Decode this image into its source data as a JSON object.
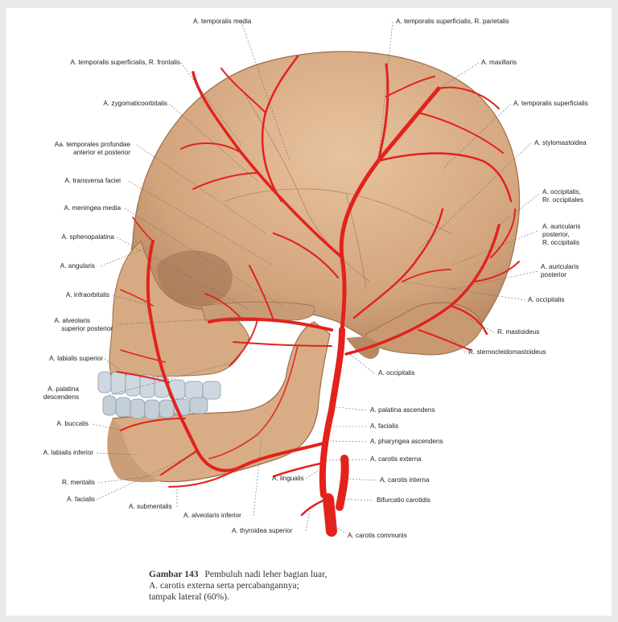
{
  "labels_left": [
    "A. temporalis superficialis, R. frontalis",
    "A. zygomaticoorbitalis",
    "Aa. temporales profundae",
    "anterior et posterior",
    "A. transversa faciei",
    "A. meningea media",
    "A. sphenopalatina",
    "A. angularis",
    "A. infraorbitalis",
    "A. alveolaris",
    "superior posterior",
    "A. labialis superior",
    "A. palatina",
    "descendens",
    "A. buccalis",
    "A. labialis inferior",
    "R. mentalis",
    "A. facialis"
  ],
  "labels_top": [
    "A. temporalis media",
    "A. temporalis superficialis, R. parietalis"
  ],
  "labels_right": [
    "A. maxillaris",
    "A. temporalis superficialis",
    "A. stylomastoidea",
    "A. occipitalis,",
    "Rr. occipitales",
    "A. auricularis",
    "posterior,",
    "R. occipitalis",
    "A. auricularis",
    "posterior",
    "A. occipitalis",
    "R. mastoideus",
    "R. sternocleidomastoideus",
    "A. occipitalis",
    "A. palatina ascendens",
    "A. facialis",
    "A. pharyngea ascendens",
    "A. carotis externa",
    "A. carotis interna",
    "Bifurcatio carotidis",
    "A. carotis communis"
  ],
  "labels_bottom": [
    "A. lingualis",
    "A. submentalis",
    "A. alveolaris inferior",
    "A. thyroidea superior"
  ],
  "caption": {
    "figure_number": "Gambar 143",
    "line1": "Pembuluh nadi leher bagian luar,",
    "line2": "A. carotis externa serta percabangannya;",
    "line3": "tampak lateral (60%)."
  },
  "colors": {
    "bone": "#d9b08a",
    "bone_shadow": "#b98a63",
    "artery": "#e3221c",
    "teeth": "#c9d3dc",
    "leader_line": "#6b6b6b"
  }
}
